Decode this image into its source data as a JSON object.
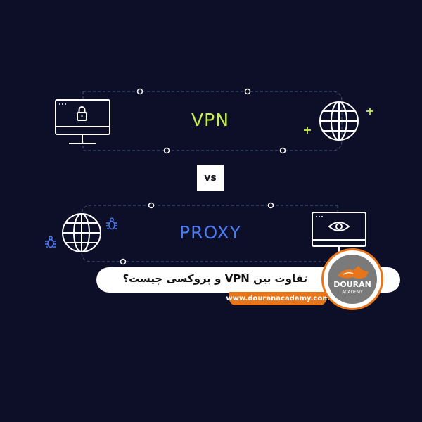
{
  "vpn": {
    "label": "VPN"
  },
  "proxy": {
    "label": "PROXY"
  },
  "vs": {
    "label": "vs"
  },
  "banner": {
    "title": "تفاوت بین VPN و پروکسی چیست؟",
    "url": "www.douranacademy.com"
  },
  "logo": {
    "brand": "DOURAN",
    "sub": "ACADEMY"
  },
  "icons": {
    "vpn_left": "monitor-lock-icon",
    "vpn_right": "globe-icon",
    "proxy_left": "globe-icon",
    "proxy_right": "monitor-eye-icon",
    "bugs": "bug-icon",
    "sparkles": "sparkle-icon"
  },
  "colors": {
    "background": "#0d0e28",
    "vpn": "#c6ef4a",
    "proxy": "#4c7cf2",
    "accent": "#e8751a",
    "icon": "#ffffff"
  }
}
